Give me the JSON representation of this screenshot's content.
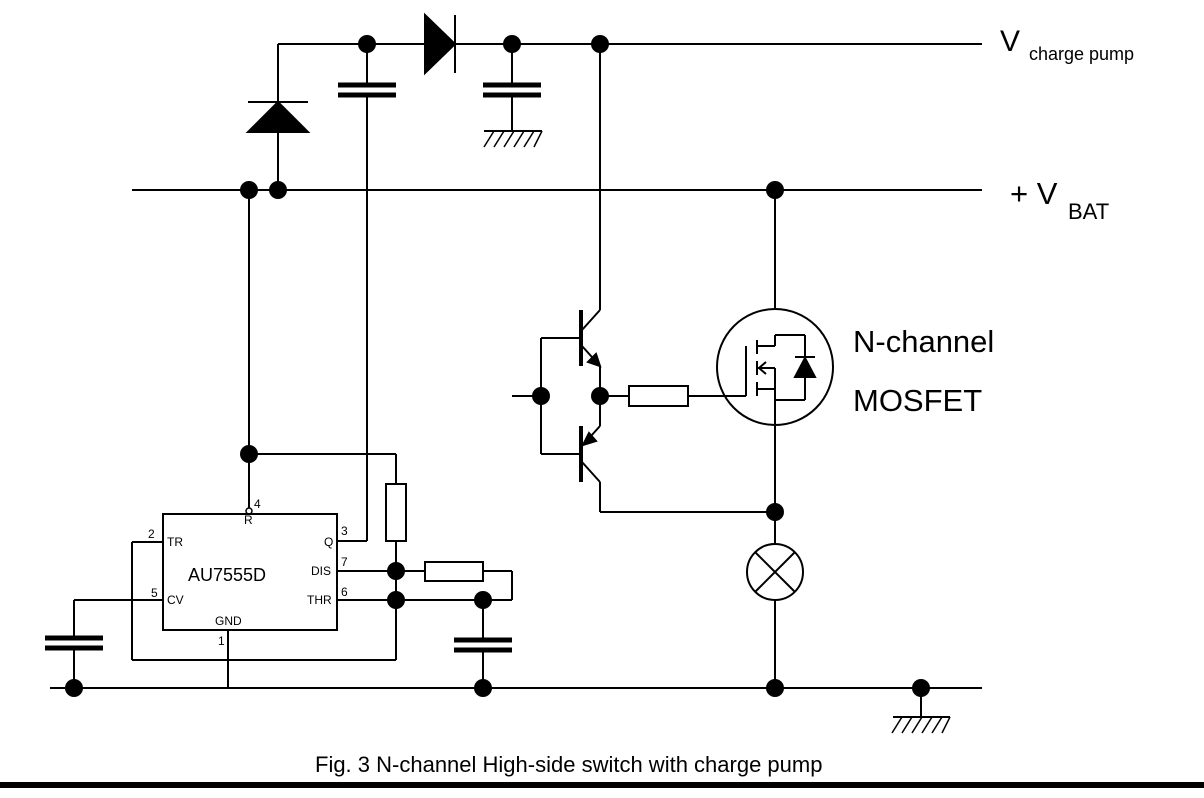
{
  "rails": {
    "charge_pump": {
      "v": "V",
      "sub": "charge pump"
    },
    "battery": {
      "prefix": "+ V",
      "sub": "BAT"
    }
  },
  "mosfet": {
    "line1": "N-channel",
    "line2": "MOSFET"
  },
  "ic": {
    "name": "AU7555D",
    "pins": [
      {
        "num": "2",
        "label": "TR"
      },
      {
        "num": "5",
        "label": "CV"
      },
      {
        "num": "4",
        "label": "R"
      },
      {
        "num": "3",
        "label": "Q"
      },
      {
        "num": "7",
        "label": "DIS"
      },
      {
        "num": "6",
        "label": "THR"
      },
      {
        "num": "1",
        "label": "GND"
      }
    ]
  },
  "caption": "Fig. 3  N-channel High-side switch with charge pump"
}
